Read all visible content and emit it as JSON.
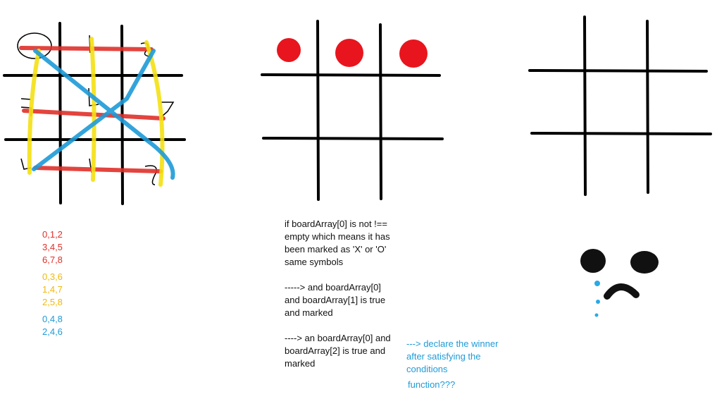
{
  "colors": {
    "red": "#e0302a",
    "yellow": "#f2b807",
    "blue": "#1e9bd8",
    "ink": "#000000"
  },
  "combos": {
    "rows": [
      "0,1,2",
      "3,4,5",
      "6,7,8"
    ],
    "columns": [
      "0,3,6",
      "1,4,7",
      "2,5,8"
    ],
    "diagonals": [
      "0,4,8",
      "2,4,6"
    ]
  },
  "notes": {
    "condition1": [
      "if boardArray[0] is not !==",
      "empty which means it has",
      "been marked as 'X' or 'O'",
      "same symbols"
    ],
    "condition2": [
      "-----> and boardArray[0]",
      "and boardArray[1] is true",
      "and marked"
    ],
    "condition3": [
      "----> an boardArray[0] and",
      "boardArray[2] is true and",
      "marked"
    ]
  },
  "declare": [
    "---> declare the winner",
    "after satisfying the",
    "conditions"
  ],
  "question": "function???"
}
